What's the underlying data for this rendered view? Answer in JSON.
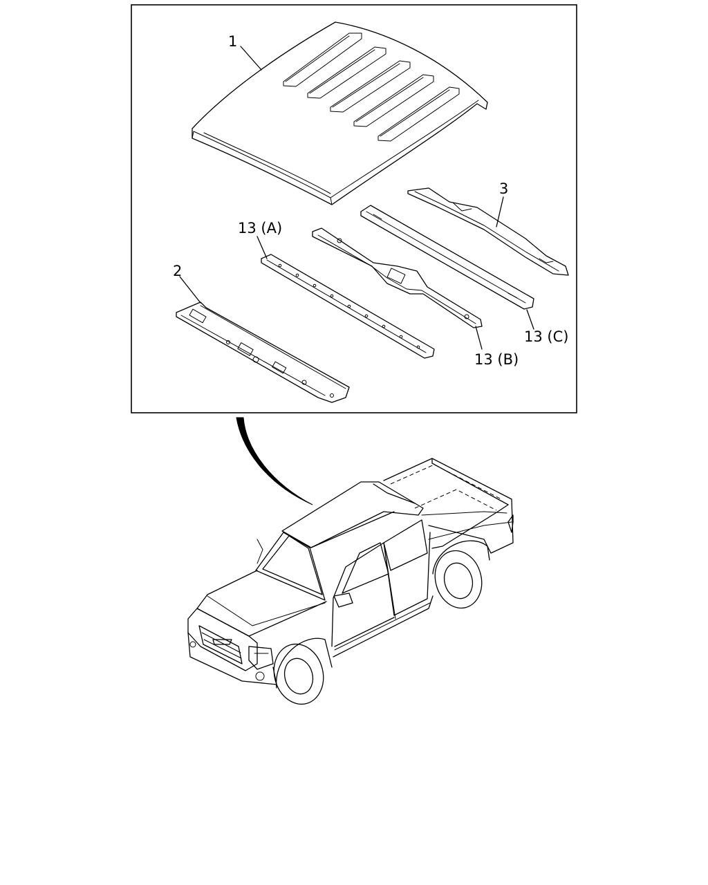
{
  "callouts": {
    "roof_panel": "1",
    "front_header": "2",
    "rear_header": "3",
    "bow_a": "13 (A)",
    "bow_b": "13 (B)",
    "bow_c": "13 (C)"
  }
}
